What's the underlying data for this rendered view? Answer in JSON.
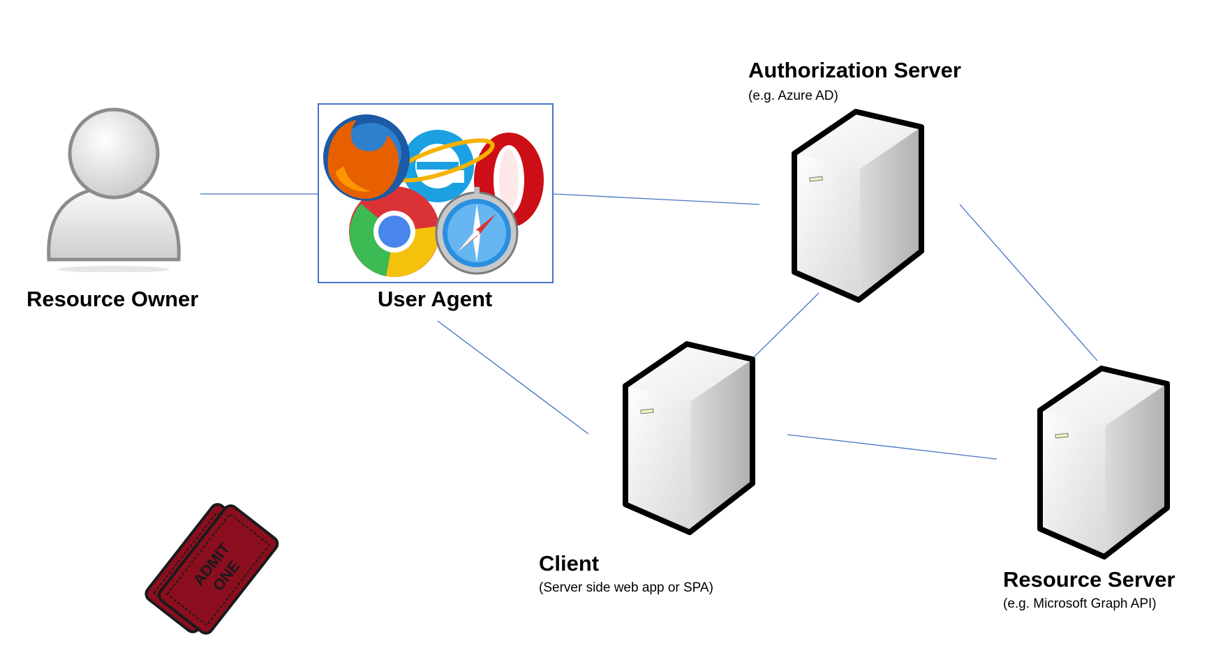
{
  "nodes": {
    "resource_owner": {
      "title": "Resource Owner"
    },
    "user_agent": {
      "title": "User Agent"
    },
    "authorization_server": {
      "title": "Authorization Server",
      "subtitle": "(e.g. Azure AD)"
    },
    "client": {
      "title": "Client",
      "subtitle": "(Server side web app or SPA)"
    },
    "resource_server": {
      "title": "Resource Server",
      "subtitle": "(e.g. Microsoft Graph API)"
    }
  },
  "ticket": {
    "text_line1": "ADMIT",
    "text_line2": "ONE"
  },
  "colors": {
    "connector": "#4472c4",
    "ticket": "#8b0e1f",
    "box_border": "#4472c4"
  },
  "icons": [
    "person-icon",
    "firefox-icon",
    "internet-explorer-icon",
    "opera-icon",
    "chrome-icon",
    "safari-icon",
    "server-icon",
    "ticket-icon"
  ]
}
